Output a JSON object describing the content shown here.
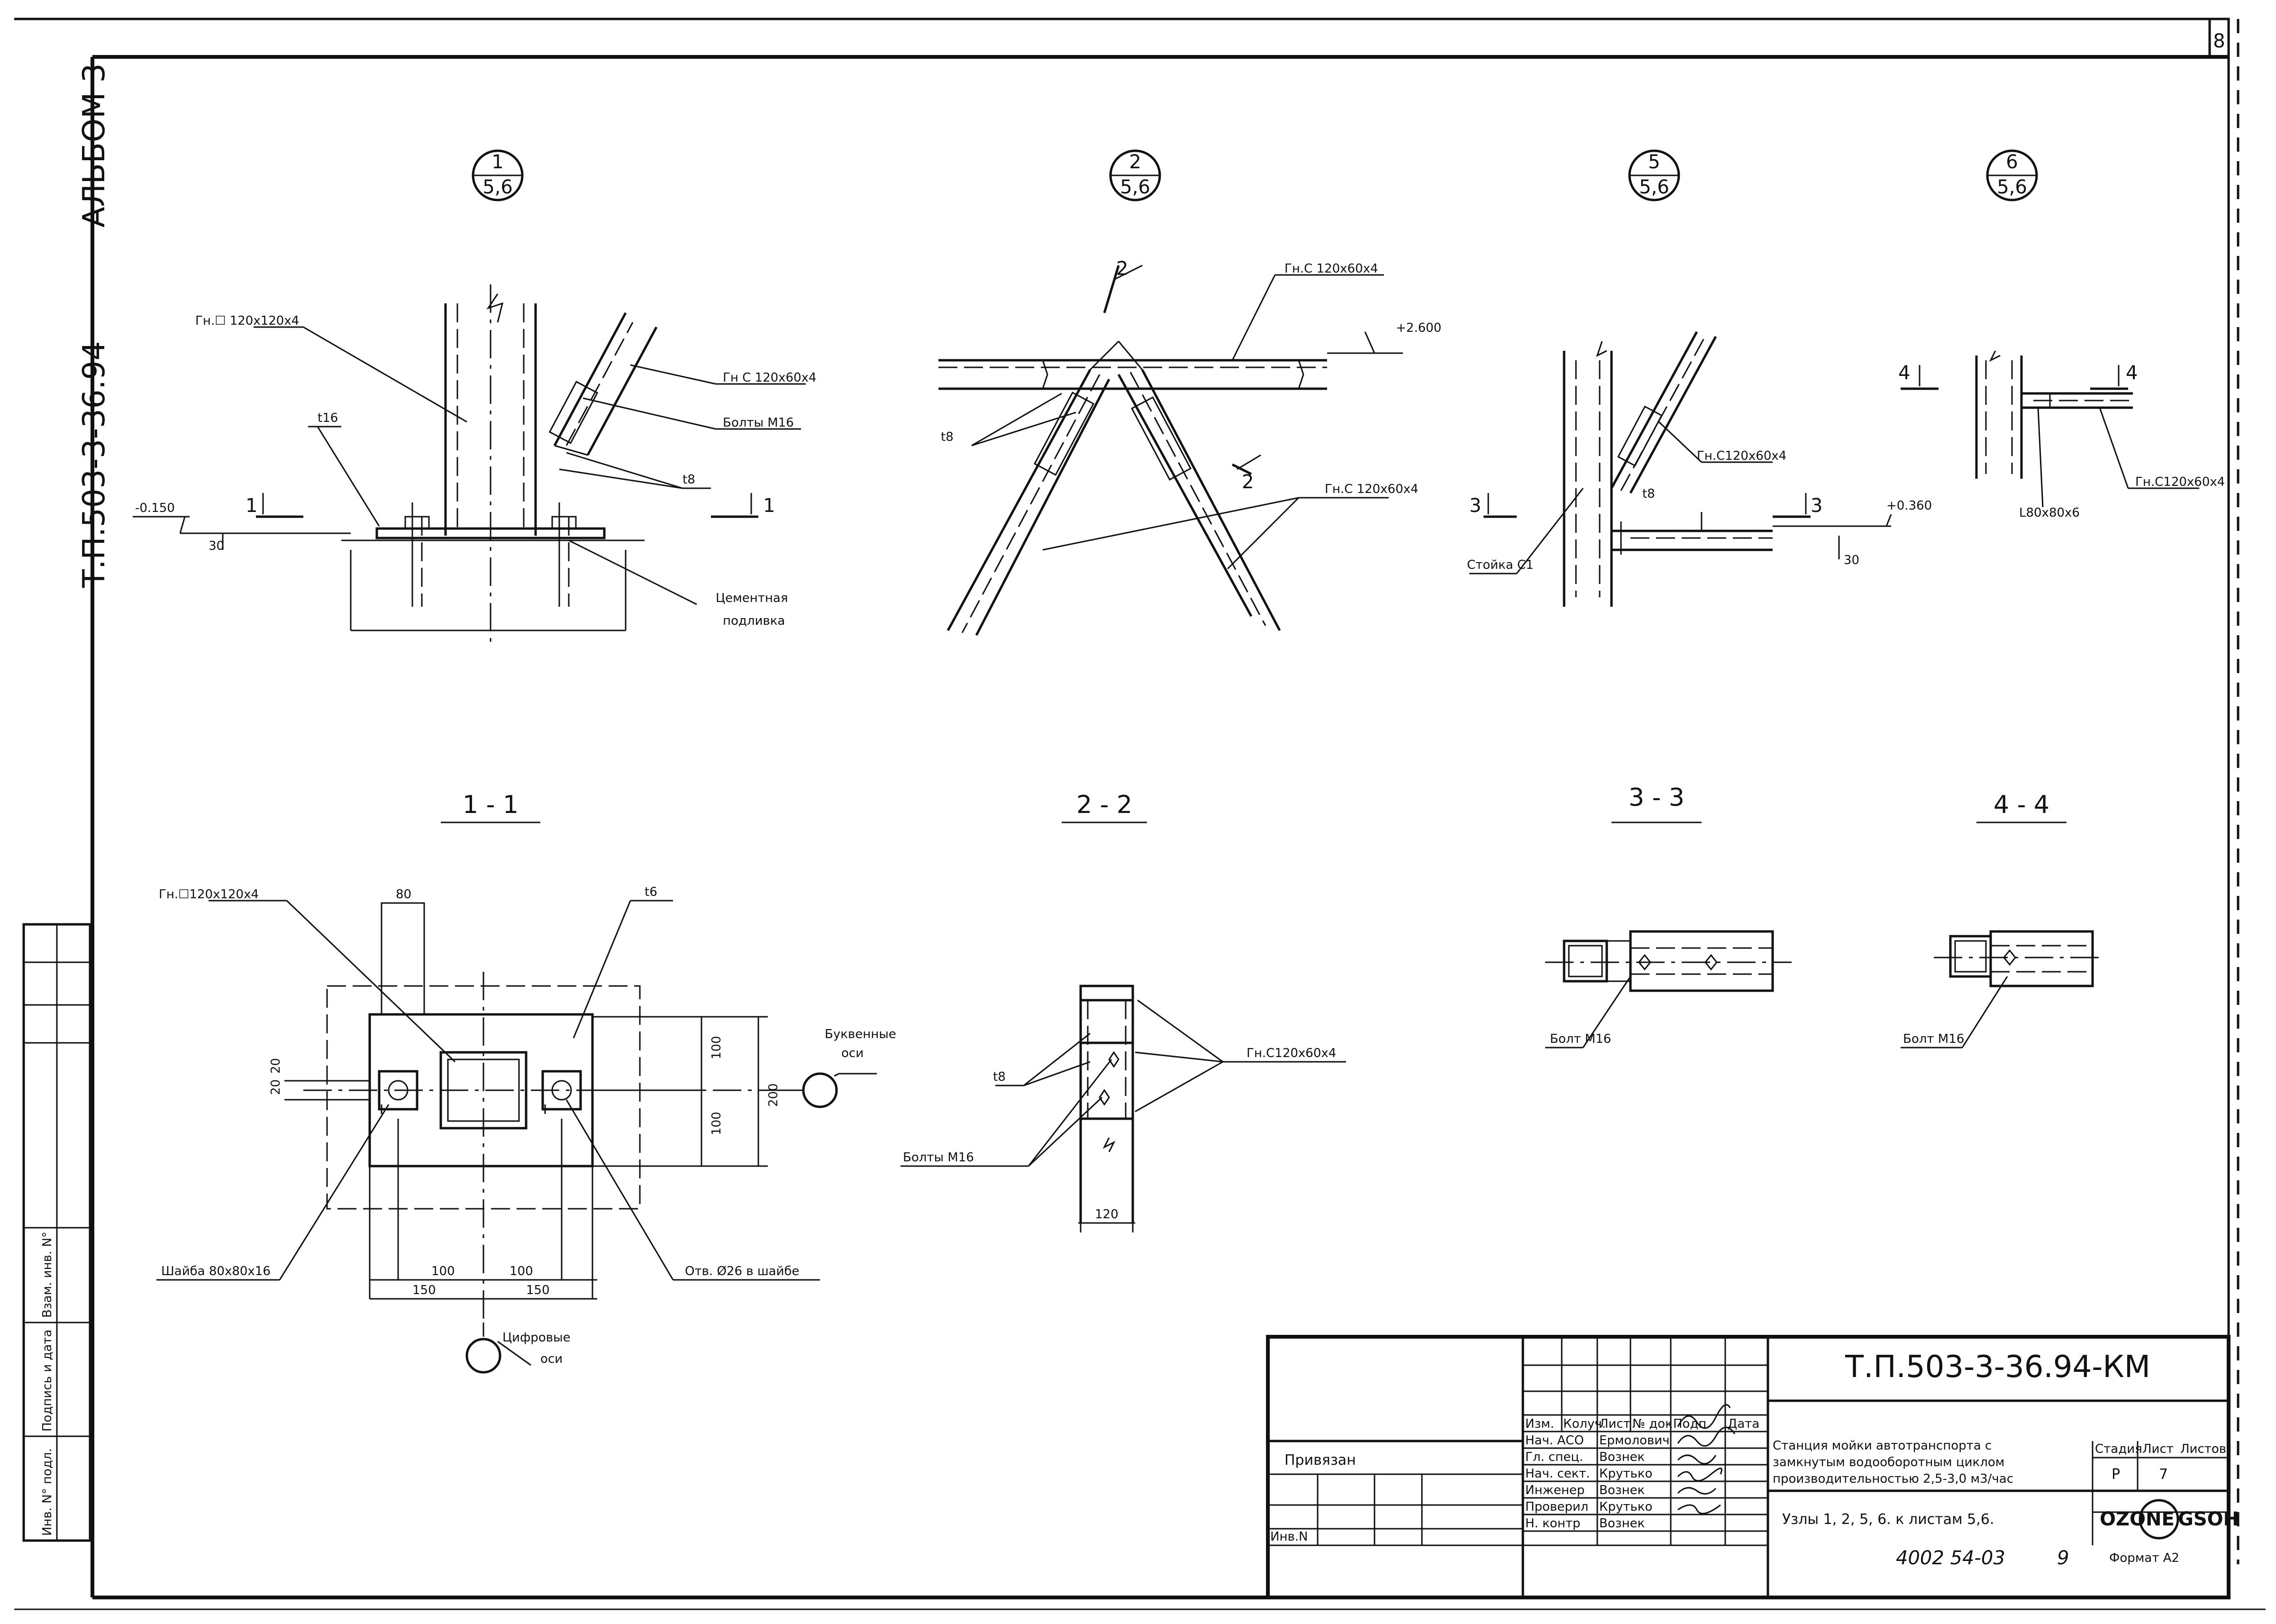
{
  "sheet": {
    "sheet_number": "8",
    "album": "АЛЬБОМ 3",
    "side_code": "Т.П.503-3-36.94"
  },
  "nodes": [
    {
      "num": "1",
      "ref": "5,6"
    },
    {
      "num": "2",
      "ref": "5,6"
    },
    {
      "num": "5",
      "ref": "5,6"
    },
    {
      "num": "6",
      "ref": "5,6"
    }
  ],
  "node1": {
    "gn_box": "Гн.☐ 120х120х4",
    "gn_c": "Гн С 120х60х4",
    "bolts": "Болты М16",
    "t16": "t16",
    "t8": "t8",
    "level": "-0.150",
    "dim30": "30",
    "cut": "1",
    "grout_1": "Цементная",
    "grout_2": "подливка"
  },
  "node2": {
    "gn_top": "Гн.С 120х60х4",
    "gn_diag": "Гн.С 120х60х4",
    "level": "+2.600",
    "t8": "t8",
    "cut": "2"
  },
  "node5": {
    "gn_c": "Гн.С120х60х4",
    "t8": "t8",
    "level": "+0.360",
    "dim30": "30",
    "post": "Стойка С1",
    "cut": "3"
  },
  "node6": {
    "gn_c": "Гн.С120х60х4",
    "angle": "L80х80х6",
    "cut": "4"
  },
  "sections": {
    "s11": "1 - 1",
    "s22": "2 - 2",
    "s33": "3 - 3",
    "s44": "4 - 4"
  },
  "sec11": {
    "gn_box": "Гн.☐120х120х4",
    "t6": "t6",
    "dim80": "80",
    "dim100a": "100",
    "dim100b": "100",
    "dim200": "200",
    "dim20a": "20",
    "dim20b": "20",
    "dim100c": "100",
    "dim100d": "100",
    "dim150a": "150",
    "dim150b": "150",
    "letter_axes_1": "Буквенные",
    "letter_axes_2": "оси",
    "digit_axes_1": "Цифровые",
    "digit_axes_2": "оси",
    "washer": "Шайба 80х80х16",
    "hole": "Отв. Ø26 в шайбе"
  },
  "sec22": {
    "t8": "t8",
    "bolts": "Болты  М16",
    "gn_c": "Гн.С120х60х4",
    "dim120": "120"
  },
  "sec33": {
    "bolt": "Болт М16"
  },
  "sec44": {
    "bolt": "Болт М16"
  },
  "stamp": {
    "code": "Т.П.503-3-36.94-КМ",
    "headers": [
      "Изм.",
      "Колуч.",
      "Лист",
      "№ док",
      "Подп.",
      "Дата"
    ],
    "roles": [
      "Нач. АСО",
      "Гл. спец.",
      "Нач. сект.",
      "Инженер",
      "Проверил",
      "Н. контр"
    ],
    "names": [
      "Ермолович",
      "Вознек",
      "Крутько",
      "Вознек",
      "Крутько",
      "Вознек"
    ],
    "title_1": "Станция мойки автотранспорта с",
    "title_2": "замкнутым водооборотным циклом",
    "title_3": "производительностью 2,5-3,0 м3/час",
    "sheet_title": "Узлы 1, 2, 5, 6. к листам 5,6.",
    "stage_label": "Стадия",
    "sheet_label": "Лист",
    "sheets_label": "Листов",
    "stage_value": "Р",
    "sheet_value": "7",
    "logo": "OZONE",
    "logo2": "GSOH",
    "bound": "Привязан",
    "inv": "Инв.N"
  },
  "bottom": {
    "inv_number": "4002 54-03",
    "page": "9",
    "format": "Формат А2"
  },
  "margin": {
    "inv_orig": "Инв. N° подл.",
    "sign_date": "Подпись и дата",
    "inv_repl": "Взам. инв. N°"
  }
}
